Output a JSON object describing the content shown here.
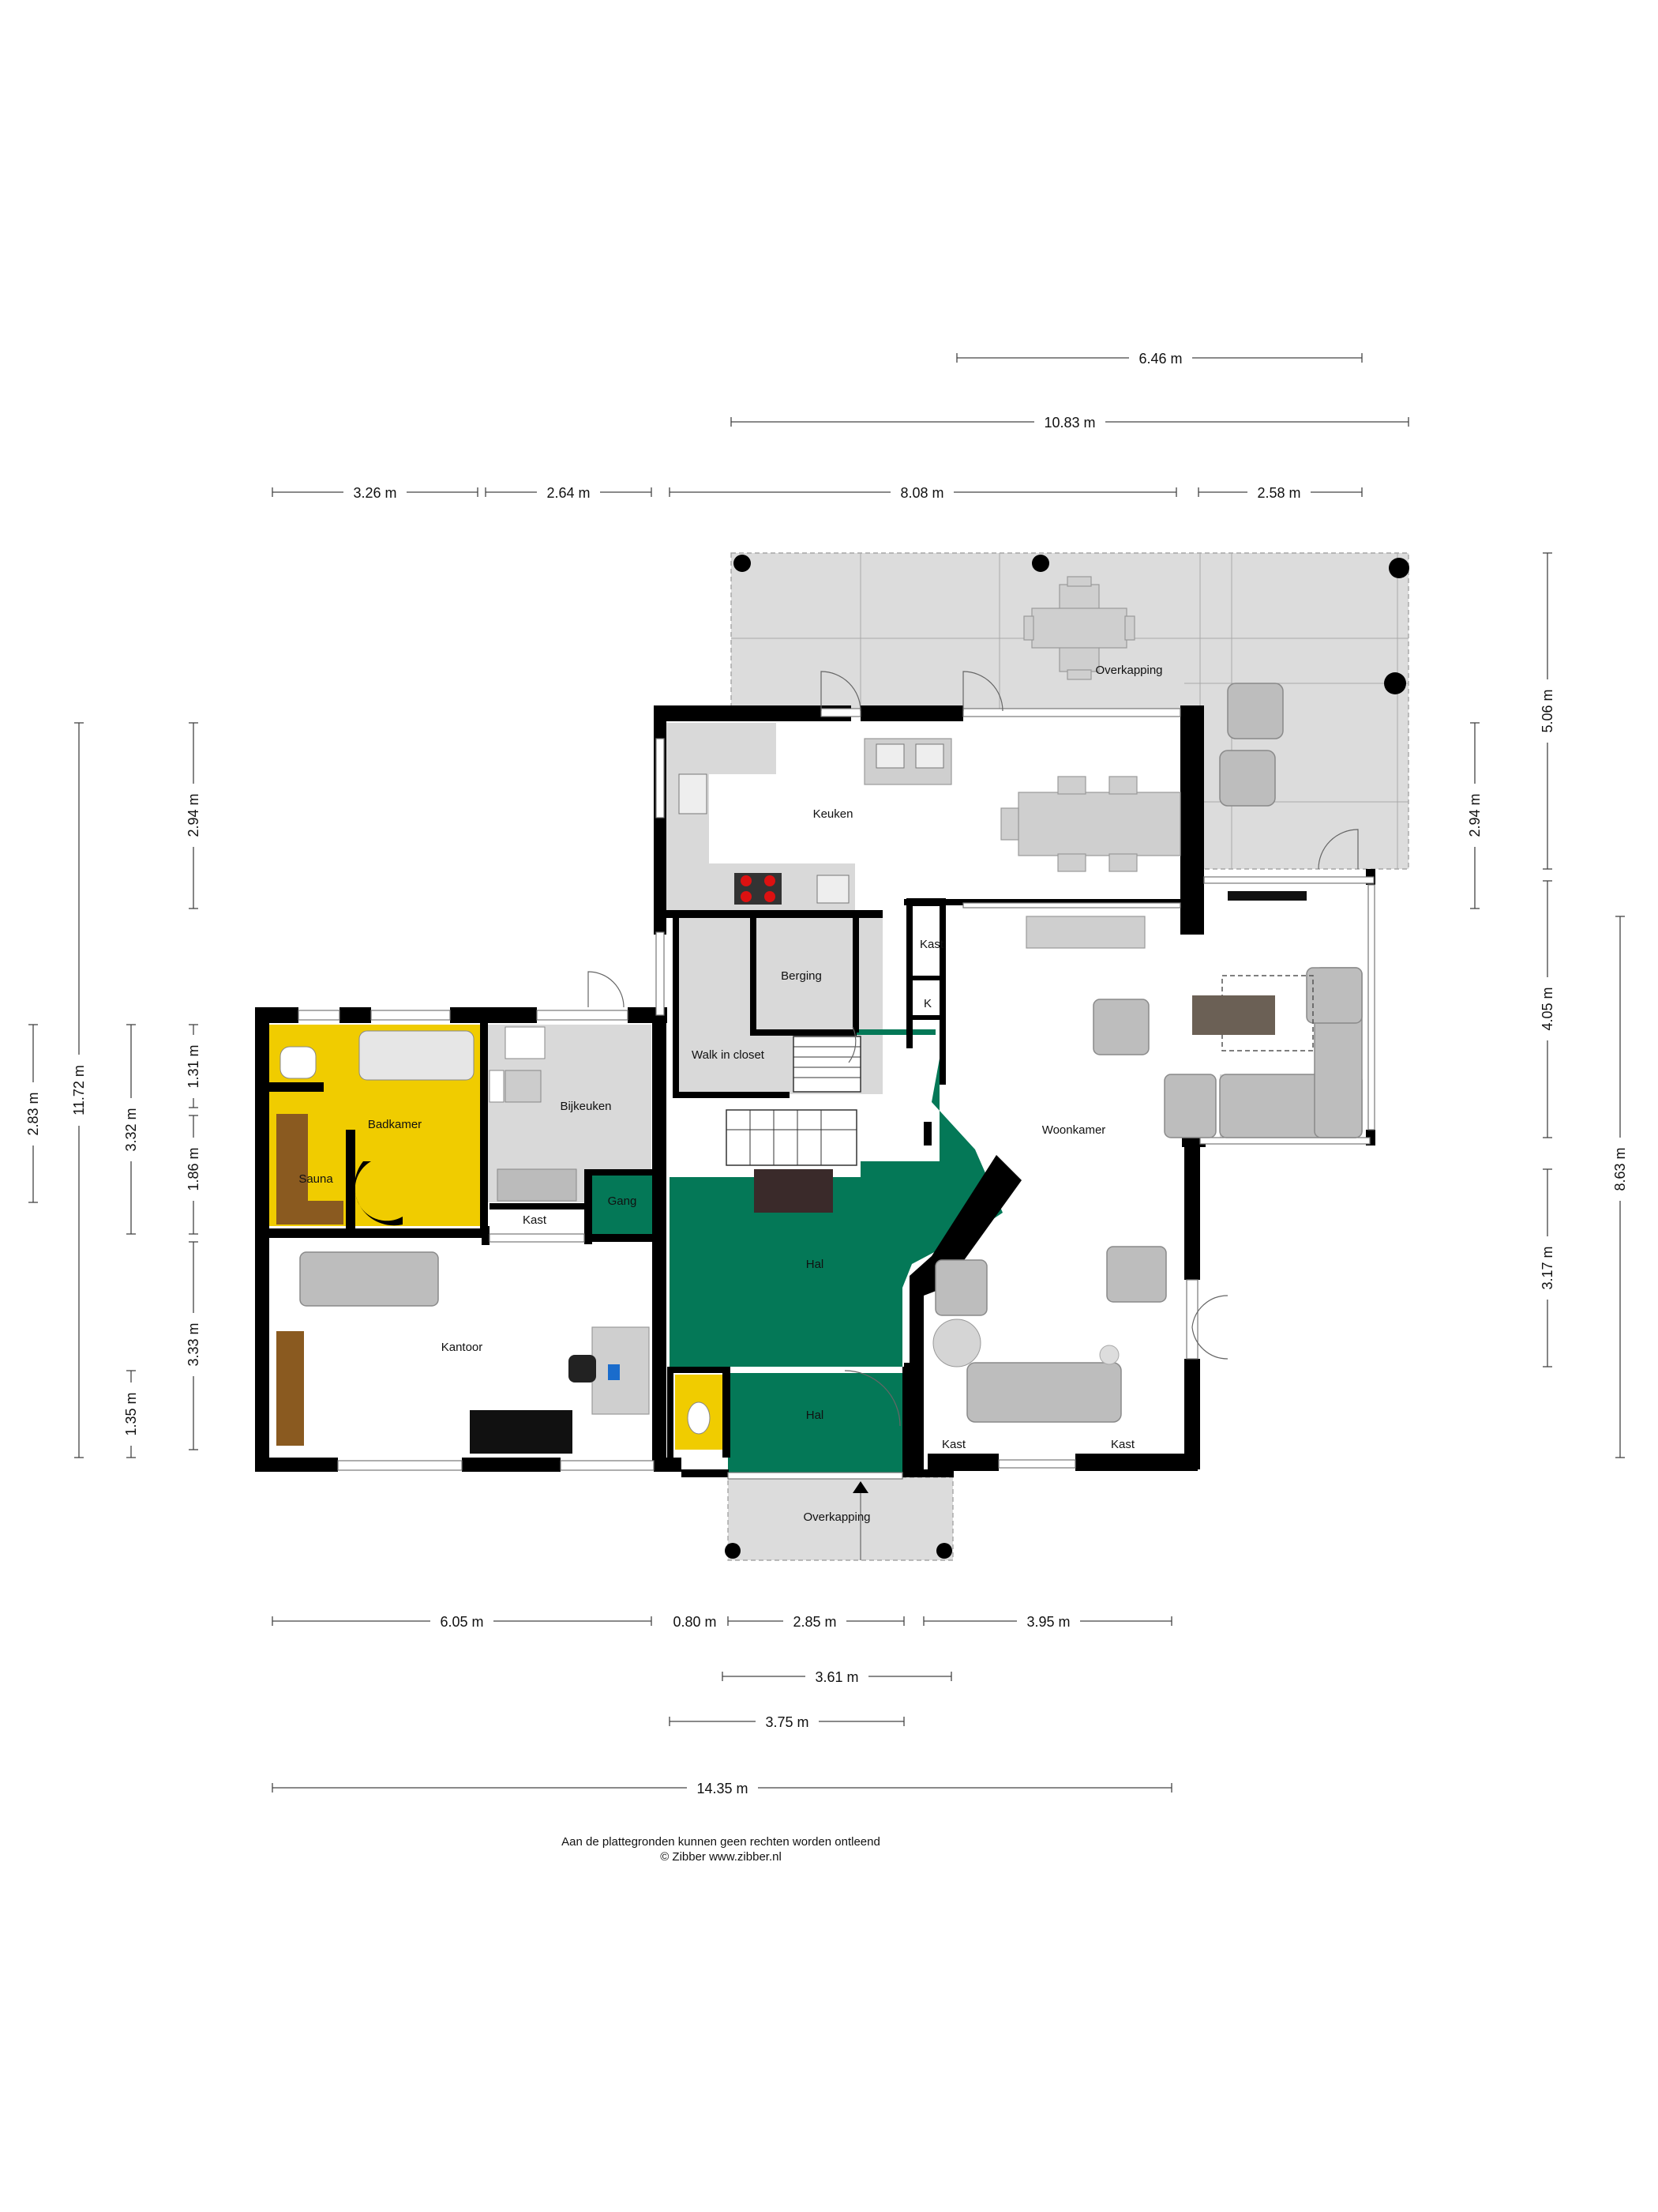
{
  "rooms": {
    "overkapping_top": "Overkapping",
    "keuken": "Keuken",
    "berging": "Berging",
    "kast_small": "Kast",
    "k_small": "K",
    "walk_in_closet": "Walk in closet",
    "badkamer": "Badkamer",
    "bijkeuken": "Bijkeuken",
    "sauna": "Sauna",
    "kast_mid": "Kast",
    "gang": "Gang",
    "woonkamer": "Woonkamer",
    "hal_main": "Hal",
    "kantoor": "Kantoor",
    "hal_lower": "Hal",
    "kast_left": "Kast",
    "kast_right": "Kast",
    "overkapping_bottom": "Overkapping"
  },
  "dimensions": {
    "top_646": "6.46 m",
    "top_1083": "10.83 m",
    "top_326": "3.26 m",
    "top_264": "2.64 m",
    "top_808": "8.08 m",
    "top_258": "2.58 m",
    "left_1172": "11.72 m",
    "left_294": "2.94 m",
    "left_283": "2.83 m",
    "left_332": "3.32 m",
    "left_131": "1.31 m",
    "left_186": "1.86 m",
    "left_333": "3.33 m",
    "left_135": "1.35 m",
    "right_506": "5.06 m",
    "right_294": "2.94 m",
    "right_405": "4.05 m",
    "right_863": "8.63 m",
    "right_317": "3.17 m",
    "bottom_605": "6.05 m",
    "bottom_080": "0.80 m",
    "bottom_285": "2.85 m",
    "bottom_395": "3.95 m",
    "bottom_361": "3.61 m",
    "bottom_375": "3.75 m",
    "bottom_1435": "14.35 m"
  },
  "footer": {
    "line1": "Aan de plattegronden kunnen geen rechten worden ontleend",
    "line2": "© Zibber www.zibber.nl"
  },
  "colors": {
    "hal_green": "#047857",
    "bathroom_yellow": "#f0cc00",
    "floor_grey": "#d9d9d9",
    "wall": "#000000"
  }
}
